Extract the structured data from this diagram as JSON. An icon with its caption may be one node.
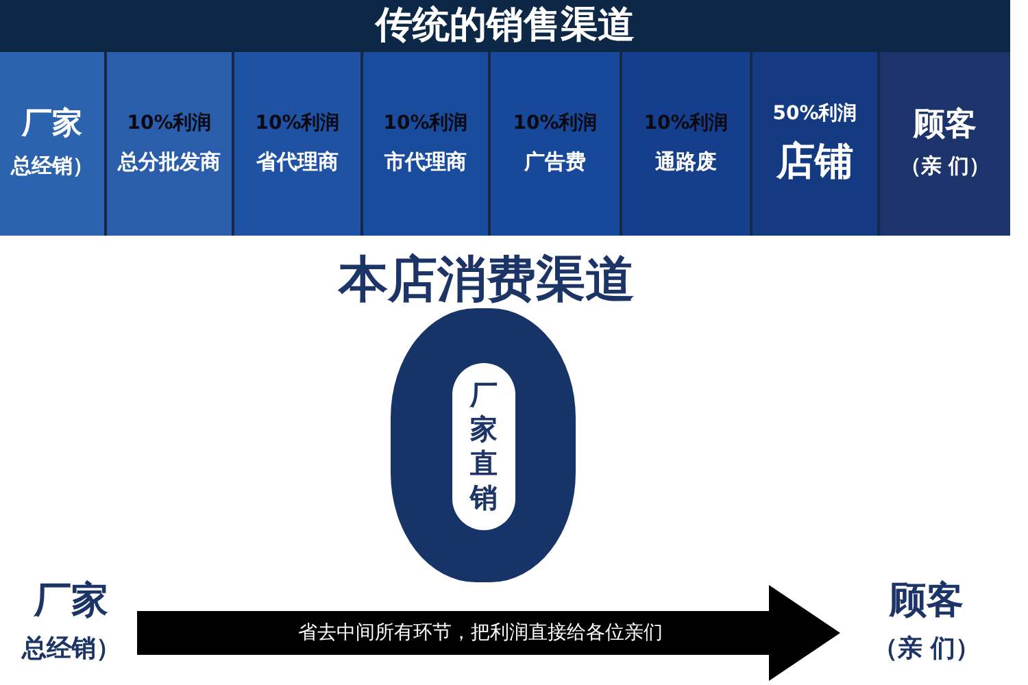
{
  "diagram": {
    "nodes": [
      {
        "text": [
          "传统的销售渠道"
        ]
      },
      {
        "text": [
          "厂家",
          "总经销）"
        ],
        "in": 0
      },
      {
        "text": [
          "10%利润",
          "总分批发商"
        ],
        "in": 0
      },
      {
        "text": [
          "10%利润",
          "省代理商"
        ],
        "in": 0
      },
      {
        "text": [
          "10%利润",
          "市代理商"
        ],
        "in": 0
      },
      {
        "text": [
          "10%利润",
          "广告费"
        ],
        "in": 0
      },
      {
        "text": [
          "10%利润",
          "通路废"
        ],
        "in": 0
      },
      {
        "text": [
          "50%利润",
          "店铺"
        ],
        "in": 0
      },
      {
        "text": [
          "顾客",
          "（亲 们）"
        ],
        "in": 0
      },
      {
        "text": [
          "厂家直销"
        ]
      },
      {
        "text": [
          "厂家",
          "总经销）"
        ]
      },
      {
        "text": [
          "顾客",
          "（亲 们）"
        ]
      }
    ],
    "edges": [
      {
        "from": 10,
        "to": 11,
        "arrow": "to",
        "label": "省去中间所有环节，把利润直接给各位亲们"
      }
    ],
    "labels": [
      "本店消费渠道"
    ]
  }
}
